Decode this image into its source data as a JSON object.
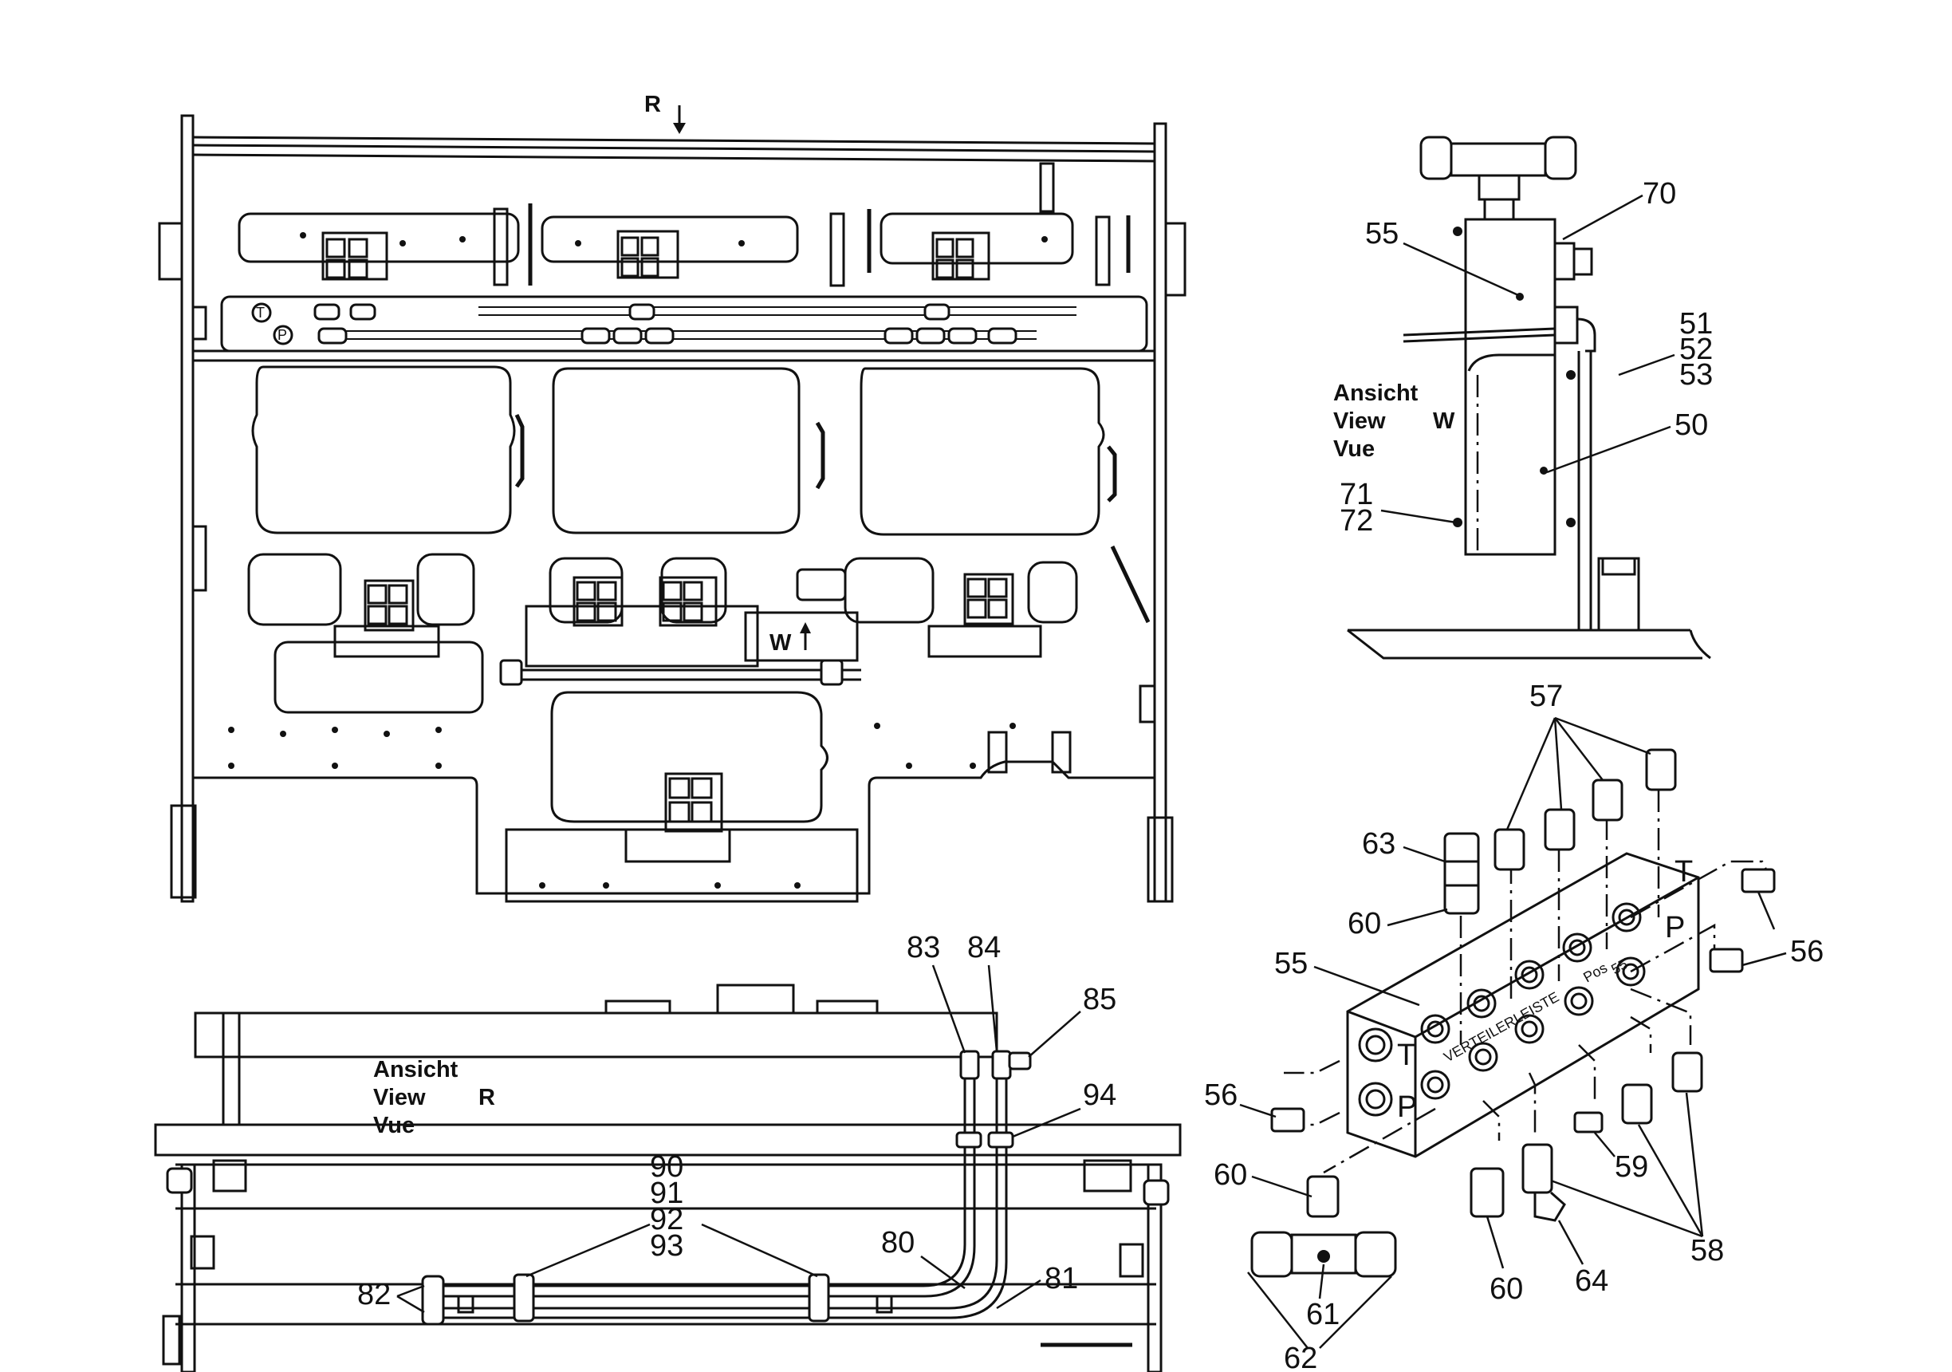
{
  "view_arrow_label": "R",
  "views": {
    "w": {
      "line1": "Ansicht",
      "line2": "View",
      "line3": "Vue",
      "letter": "W"
    },
    "r": {
      "line1": "Ansicht",
      "line2": "View",
      "line3": "Vue",
      "letter": "R"
    }
  },
  "main_marks": {
    "t": "T",
    "p": "P",
    "w": "W"
  },
  "block_text": {
    "verteiler": "VERTEILERLEISTE",
    "pos": "Pos",
    "pos_num": "55",
    "t": "T",
    "p": "P"
  },
  "callouts": {
    "c55a": "55",
    "c70": "70",
    "c51": "51",
    "c52": "52",
    "c53": "53",
    "c50": "50",
    "c71": "71",
    "c72": "72",
    "c57": "57",
    "c63": "63",
    "c60a": "60",
    "c55b": "55",
    "c56a": "56",
    "c56b": "56",
    "c60b": "60",
    "c59": "59",
    "c58": "58",
    "c60c": "60",
    "c64": "64",
    "c61": "61",
    "c62": "62",
    "c83": "83",
    "c84": "84",
    "c85": "85",
    "c94": "94",
    "c90": "90",
    "c91": "91",
    "c92": "92",
    "c93": "93",
    "c80": "80",
    "c81": "81",
    "c82": "82"
  }
}
